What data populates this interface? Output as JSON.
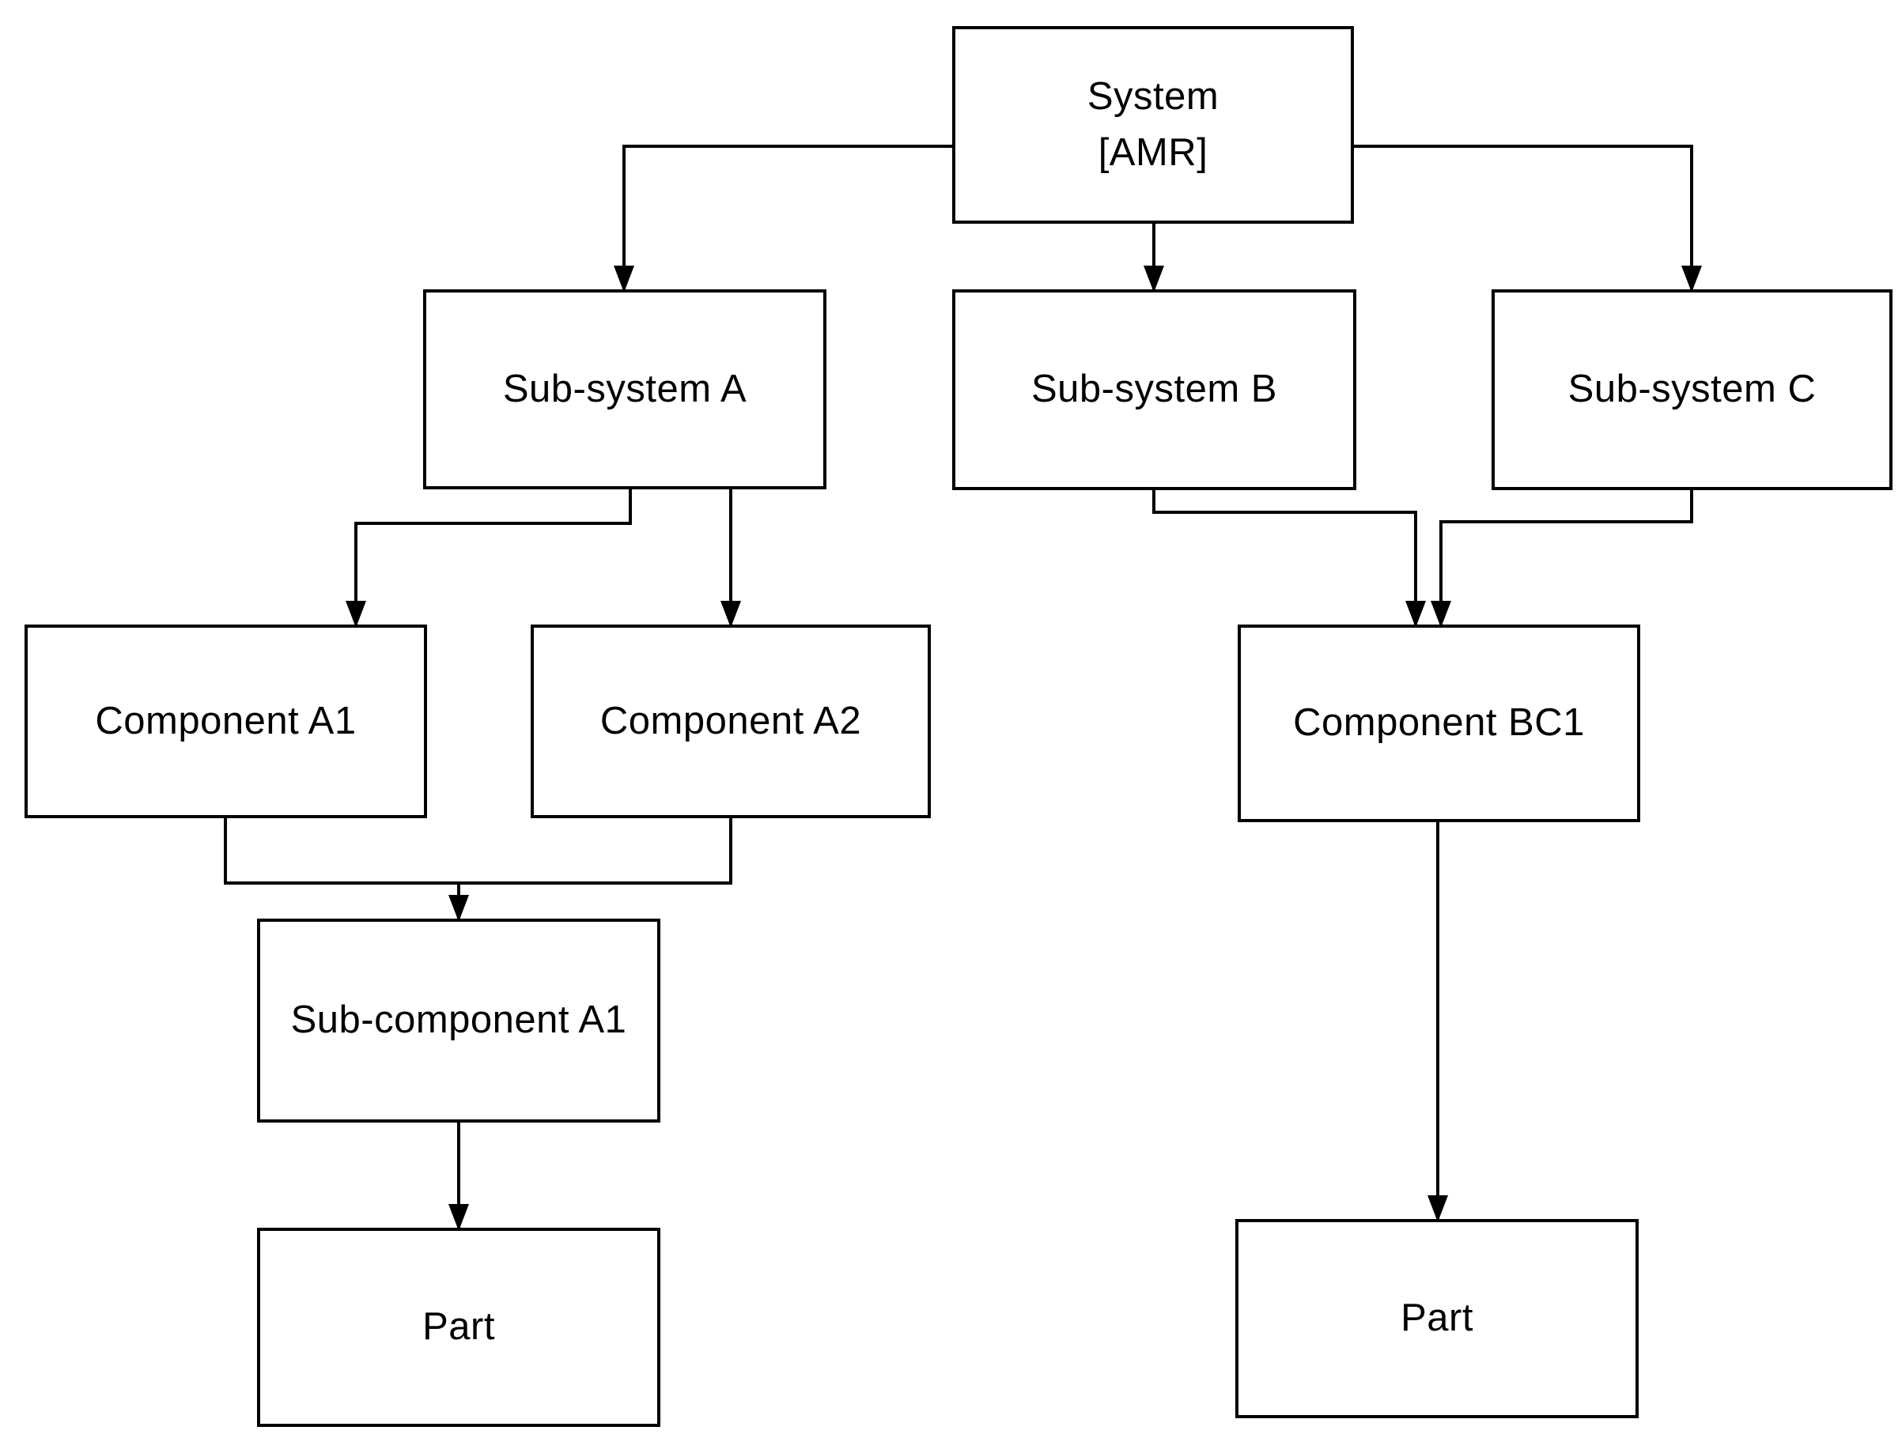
{
  "diagram": {
    "background_color": "#ffffff",
    "stroke_color": "#000000",
    "text_color": "#000000"
  },
  "nodes": {
    "system": {
      "label": "System\n[AMR]"
    },
    "subsystem_a": {
      "label": "Sub-system A"
    },
    "subsystem_b": {
      "label": "Sub-system B"
    },
    "subsystem_c": {
      "label": "Sub-system C"
    },
    "component_a1": {
      "label": "Component A1"
    },
    "component_a2": {
      "label": "Component A2"
    },
    "component_bc1": {
      "label": "Component BC1"
    },
    "subcomponent_a1": {
      "label": "Sub-component A1"
    },
    "part_left": {
      "label": "Part"
    },
    "part_right": {
      "label": "Part"
    }
  },
  "edges": [
    {
      "from": "system",
      "to": "subsystem_a"
    },
    {
      "from": "system",
      "to": "subsystem_b"
    },
    {
      "from": "system",
      "to": "subsystem_c"
    },
    {
      "from": "subsystem_a",
      "to": "component_a1"
    },
    {
      "from": "subsystem_a",
      "to": "component_a2"
    },
    {
      "from": "subsystem_b",
      "to": "component_bc1"
    },
    {
      "from": "subsystem_c",
      "to": "component_bc1"
    },
    {
      "from": "component_a1",
      "to": "subcomponent_a1"
    },
    {
      "from": "component_a2",
      "to": "subcomponent_a1"
    },
    {
      "from": "subcomponent_a1",
      "to": "part_left"
    },
    {
      "from": "component_bc1",
      "to": "part_right"
    }
  ]
}
